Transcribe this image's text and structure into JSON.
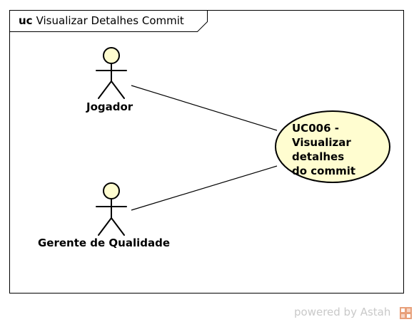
{
  "frame": {
    "keyword": "uc",
    "title": "Visualizar Detalhes Commit"
  },
  "actors": [
    {
      "label": "Jogador"
    },
    {
      "label": "Gerente de Qualidade"
    }
  ],
  "usecase": {
    "lines": [
      "UC006 -",
      "Visualizar",
      "detalhes",
      "do commit"
    ]
  },
  "footer": {
    "powered_by": "powered by Astah"
  },
  "colors": {
    "actor_fill": "#fffdd0",
    "usecase_fill": "#fffdd0",
    "stroke": "#000000",
    "footer_text": "#c9c9c9",
    "logo": "#e8a07a"
  }
}
